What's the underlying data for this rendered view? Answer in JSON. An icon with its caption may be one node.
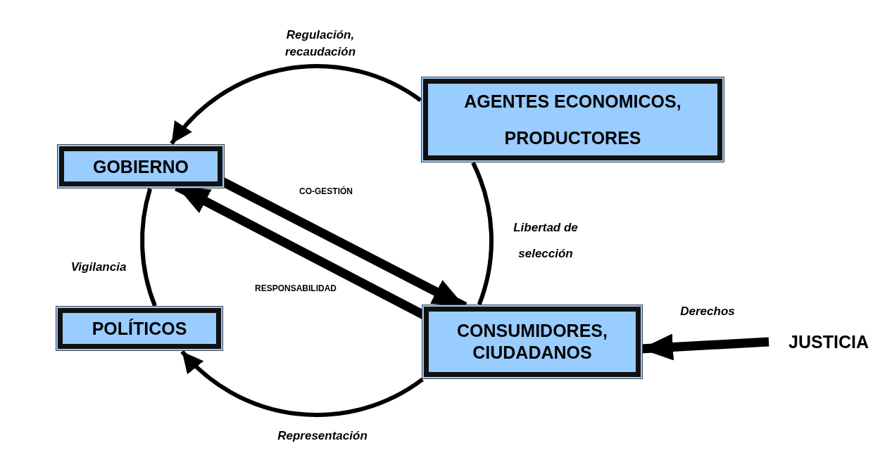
{
  "diagram": {
    "nodes": [
      {
        "text": [
          "GOBIERNO"
        ]
      },
      {
        "text": [
          "POLÍTICOS"
        ]
      },
      {
        "text": [
          "AGENTES ECONOMICOS, PRODUCTORES"
        ]
      },
      {
        "text": [
          "CONSUMIDORES, CIUDADANOS"
        ]
      },
      {
        "text": [
          "JUSTICIA"
        ]
      }
    ],
    "edges": [
      {
        "from": 2,
        "to": 0,
        "arrow": "to",
        "label": "Regulación, recaudación"
      },
      {
        "from": 0,
        "to": 1,
        "arrow": "none",
        "label": "Vigilancia"
      },
      {
        "from": 3,
        "to": 1,
        "arrow": "to",
        "label": "Representación"
      },
      {
        "from": 2,
        "to": 3,
        "arrow": "none",
        "label": "Libertad de selección"
      },
      {
        "from": 0,
        "to": 3,
        "arrow": "to",
        "label": "CO-GESTIÓN",
        "style": "thick"
      },
      {
        "from": 3,
        "to": 0,
        "arrow": "to",
        "label": "RESPONSABILIDAD",
        "style": "thick"
      },
      {
        "from": 4,
        "to": 3,
        "arrow": "to",
        "label": "Derechos",
        "style": "thick"
      }
    ]
  }
}
